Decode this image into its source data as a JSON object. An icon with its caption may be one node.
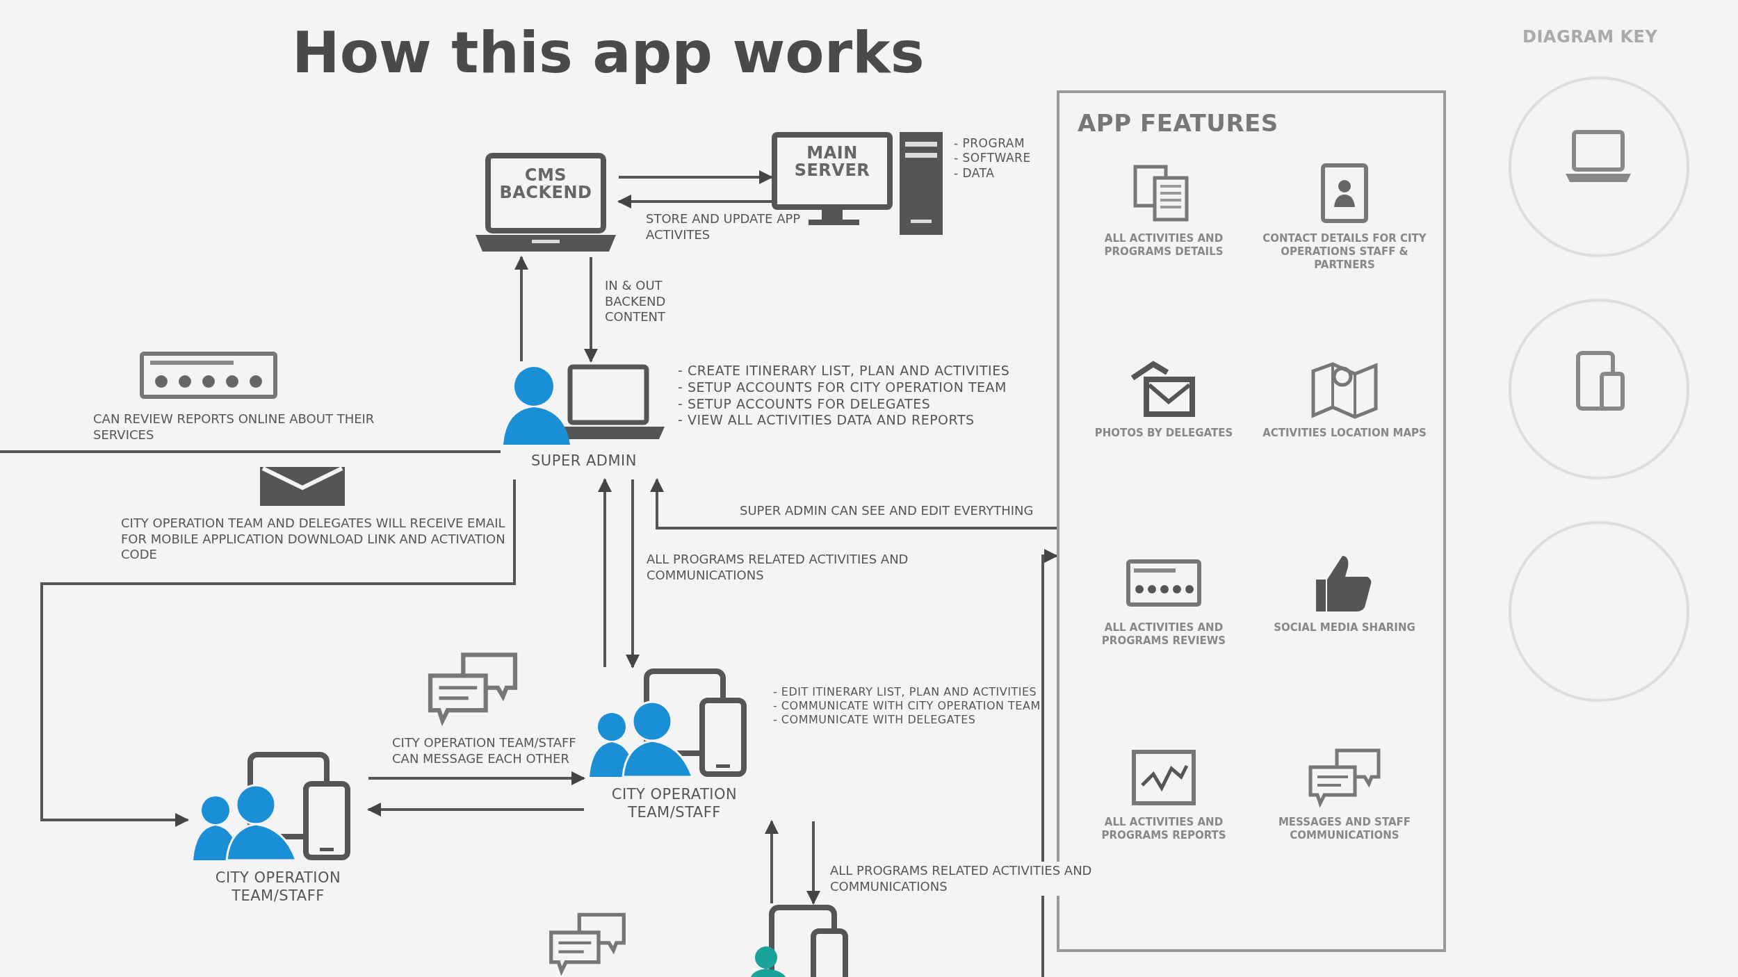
{
  "diagram": {
    "title": "How this app works",
    "nodes": [
      {
        "text": [
          "CMS BACKEND"
        ]
      },
      {
        "text": [
          "MAIN SERVER"
        ],
        "beside": [
          "- PROGRAM",
          "- SOFTWARE",
          "- DATA"
        ]
      },
      {
        "text": [
          "SUPER ADMIN"
        ],
        "beside": [
          "- CREATE ITINERARY LIST, PLAN AND ACTIVITIES",
          "- SETUP ACCOUNTS FOR CITY OPERATION TEAM",
          "- SETUP ACCOUNTS FOR DELEGATES",
          "- VIEW ALL ACTIVITIES DATA AND REPORTS"
        ]
      },
      {
        "text": [
          "CITY OPERATION TEAM/STAFF"
        ],
        "beside": [
          "- EDIT ITINERARY LIST, PLAN AND ACTIVITIES",
          "- COMMUNICATE WITH CITY OPERATION TEAM",
          "- COMMUNICATE WITH DELEGATES"
        ]
      },
      {
        "text": [
          "CITY OPERATION TEAM/STAFF"
        ]
      },
      {
        "text": [],
        "shape": "box"
      },
      {
        "text": [
          "APP FEATURES"
        ]
      },
      {
        "text": [
          "ALL ACTIVITIES AND PROGRAMS DETAILS"
        ],
        "in": 6
      },
      {
        "text": [
          "CONTACT DETAILS FOR CITY OPERATIONS STAFF & PARTNERS"
        ],
        "in": 6
      },
      {
        "text": [
          "PHOTOS BY DELEGATES"
        ],
        "in": 6
      },
      {
        "text": [
          "ACTIVITIES LOCATION MAPS"
        ],
        "in": 6
      },
      {
        "text": [
          "ALL ACTIVITIES AND PROGRAMS REVIEWS"
        ],
        "in": 6
      },
      {
        "text": [
          "SOCIAL MEDIA SHARING"
        ],
        "in": 6
      },
      {
        "text": [
          "ALL ACTIVITIES AND PROGRAMS REPORTS"
        ],
        "in": 6
      },
      {
        "text": [
          "MESSAGES AND STAFF COMMUNICATIONS"
        ],
        "in": 6
      },
      {
        "text": [
          "DIAGRAM KEY"
        ]
      },
      {
        "text": [],
        "shape": "circle",
        "in": 15
      },
      {
        "text": [],
        "shape": "circle",
        "in": 15
      },
      {
        "text": [],
        "shape": "circle",
        "in": 15
      }
    ],
    "edges": [
      {
        "from": 0,
        "to": 1,
        "arrow": "to"
      },
      {
        "from": 1,
        "to": 0,
        "arrow": "to",
        "label": "STORE AND UPDATE APP ACTIVITES"
      },
      {
        "from": 2,
        "to": 0,
        "arrow": "to"
      },
      {
        "from": 0,
        "to": 2,
        "arrow": "to",
        "label": "IN & OUT BACKEND CONTENT"
      },
      {
        "from": 2,
        "to": 3,
        "arrow": "to",
        "label": "ALL PROGRAMS RELATED ACTIVITIES AND COMMUNICATIONS"
      },
      {
        "from": 3,
        "to": 2,
        "arrow": "to"
      },
      {
        "from": 6,
        "to": 2,
        "arrow": "to",
        "label": "SUPER ADMIN CAN SEE AND EDIT EVERYTHING"
      },
      {
        "from": 4,
        "to": 3,
        "arrow": "to",
        "label": "CITY OPERATION TEAM/STAFF CAN MESSAGE EACH OTHER"
      },
      {
        "from": 3,
        "to": 4,
        "arrow": "to"
      },
      {
        "from": 3,
        "to": 5,
        "arrow": "to",
        "label": "ALL PROGRAMS RELATED ACTIVITIES AND COMMUNICATIONS"
      },
      {
        "from": 5,
        "to": 3,
        "arrow": "to"
      },
      {
        "from": 2,
        "to": null,
        "arrow": "none",
        "label": "CAN REVIEW REPORTS ONLINE ABOUT THEIR SERVICES"
      },
      {
        "from": 2,
        "to": 4,
        "arrow": "to",
        "label": "CITY OPERATION TEAM AND DELEGATES WILL RECEIVE EMAIL FOR MOBILE APPLICATION DOWNLOAD LINK AND ACTIVATION CODE"
      },
      {
        "from": null,
        "to": 6,
        "arrow": "to"
      }
    ]
  }
}
